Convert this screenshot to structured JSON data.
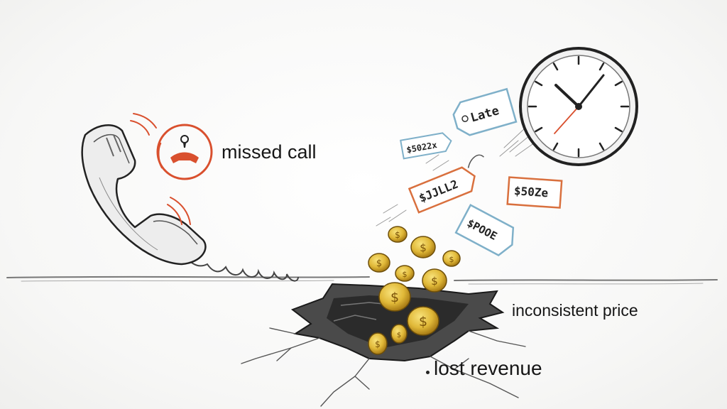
{
  "labels": {
    "missed_call": "missed call",
    "inconsistent_price": "inconsistent price",
    "lost_revenue": "lost revenue"
  },
  "tags": {
    "late": "Late",
    "price_1": "$5022x",
    "price_2": "$JJLL2",
    "price_3": "$50Ze",
    "price_4": "$POOE"
  },
  "icons": [
    "phone-handset-icon",
    "missed-call-icon",
    "clock-icon",
    "coin-icon",
    "price-tag-icon",
    "ground-crack-icon"
  ],
  "colors": {
    "accent_red": "#d9502e",
    "tag_blue": "#7fb0c9",
    "tag_orange": "#d9703e",
    "coin_gold": "#e0b838",
    "ink": "#2a2a2a"
  }
}
